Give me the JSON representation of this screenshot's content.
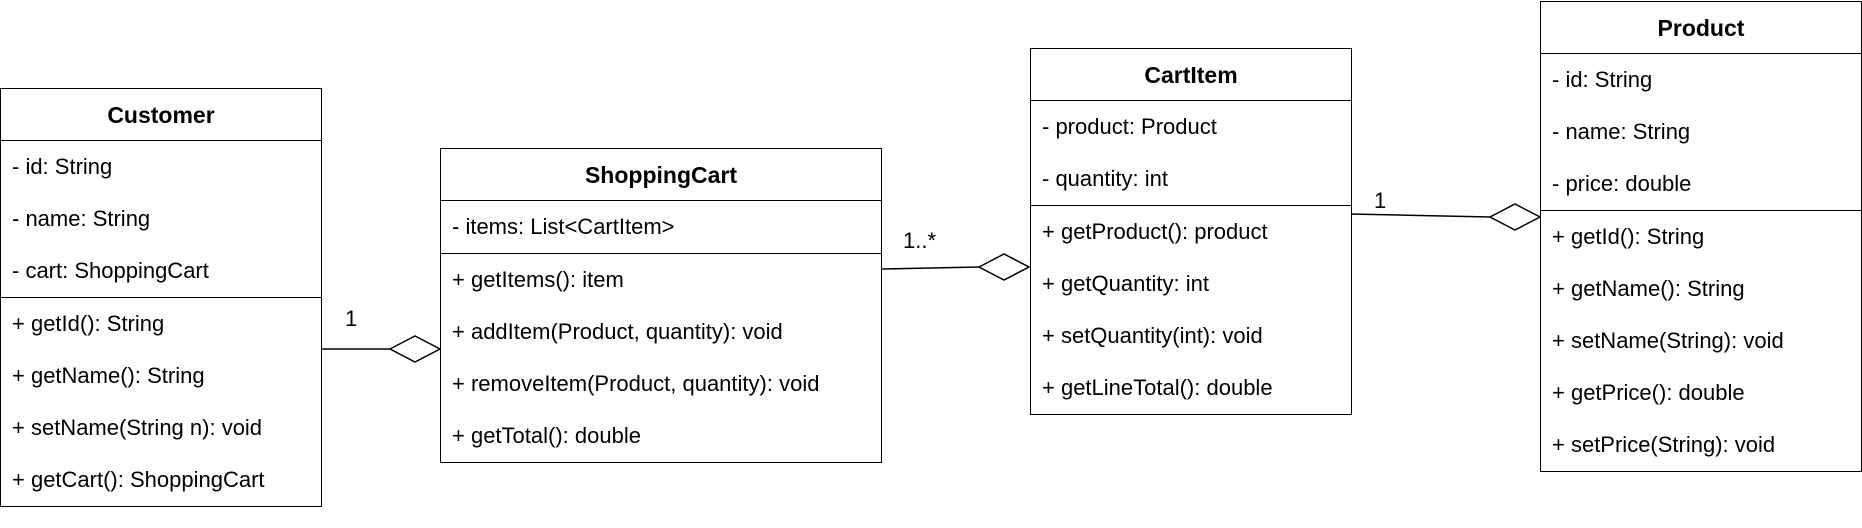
{
  "classes": {
    "customer": {
      "name": "Customer",
      "attributes": [
        "- id: String",
        "- name: String",
        "- cart: ShoppingCart"
      ],
      "methods": [
        "+ getId(): String",
        "+ getName(): String",
        "+ setName(String n): void",
        "+ getCart(): ShoppingCart"
      ]
    },
    "shopping_cart": {
      "name": "ShoppingCart",
      "attributes": [
        "- items: List<CartItem>"
      ],
      "methods": [
        "+ getItems(): item",
        "+ addItem(Product, quantity): void",
        "+ removeItem(Product, quantity): void",
        "+ getTotal(): double"
      ]
    },
    "cart_item": {
      "name": "CartItem",
      "attributes": [
        "- product: Product",
        "- quantity: int"
      ],
      "methods": [
        "+ getProduct(): product",
        "+ getQuantity: int",
        "+ setQuantity(int): void",
        "+ getLineTotal(): double"
      ]
    },
    "product": {
      "name": "Product",
      "attributes": [
        "- id: String",
        "- name: String",
        "- price: double"
      ],
      "methods": [
        "+ getId(): String",
        "+ getName(): String",
        "+ setName(String): void",
        "+ getPrice(): double",
        "+ setPrice(String): void"
      ]
    }
  },
  "associations": {
    "customer_cart": {
      "type": "aggregation",
      "multiplicity": "1"
    },
    "cart_items": {
      "type": "aggregation",
      "multiplicity": "1..*"
    },
    "item_product": {
      "type": "aggregation",
      "multiplicity": "1"
    }
  }
}
